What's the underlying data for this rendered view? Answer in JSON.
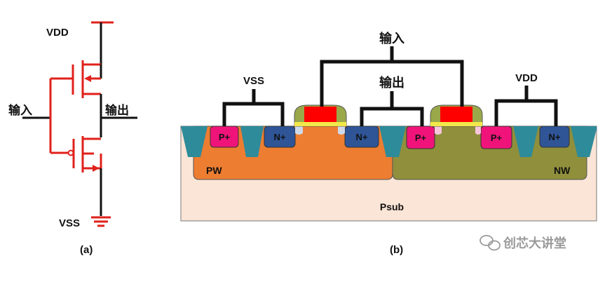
{
  "circuit": {
    "vdd": "VDD",
    "vss": "VSS",
    "input": "输入",
    "output": "输出",
    "caption": "(a)"
  },
  "cross_section": {
    "input": "输入",
    "output": "输出",
    "vss": "VSS",
    "vdd": "VDD",
    "p_plus": "P+",
    "n_plus": "N+",
    "pw": "PW",
    "nw": "NW",
    "psub": "Psub",
    "caption": "(b)"
  },
  "watermark": {
    "text": "创芯大讲堂"
  },
  "colors": {
    "wire_red": "#e0211b",
    "wire_black": "#111111",
    "psub": "#fbe5d6",
    "pw": "#ed7d31",
    "nw": "#8f8f3c",
    "p_plus": "#f0147a",
    "n_plus": "#2f5597",
    "sti": "#2e8b9a",
    "gate_red": "#ff0000",
    "gate_oxide": "#9aa84a"
  }
}
